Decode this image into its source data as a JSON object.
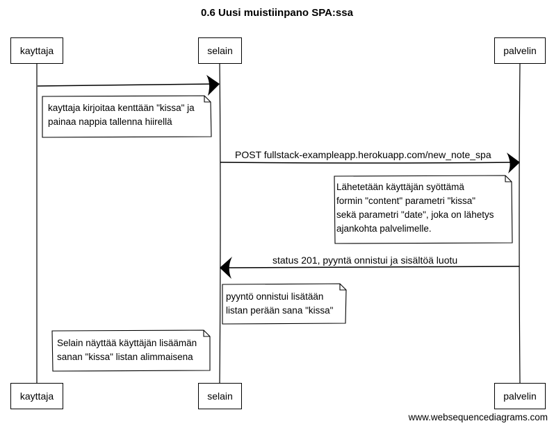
{
  "diagram": {
    "title": "0.6 Uusi muistiinpano SPA:ssa",
    "participants": [
      "kayttaja",
      "selain",
      "palvelin"
    ],
    "messages": [
      {
        "from": "kayttaja",
        "to": "selain",
        "label": ""
      },
      {
        "from": "selain",
        "to": "palvelin",
        "label": "POST fullstack-exampleapp.herokuapp.com/new_note_spa"
      },
      {
        "from": "palvelin",
        "to": "selain",
        "label": "status 201, pyyntä onnistui ja sisältöä luotu"
      }
    ],
    "notes": [
      {
        "lines": [
          "kayttaja kirjoitaa kenttään \"kissa\" ja",
          "painaa nappia tallenna hiirellä"
        ]
      },
      {
        "lines": [
          "Lähetetään käyttäjän syöttämä",
          "formin \"content\" parametri \"kissa\"",
          "sekä parametri \"date\", joka on lähetys",
          "ajankohta palvelimelle."
        ]
      },
      {
        "lines": [
          "pyyntö onnistui lisätään",
          "listan perään sana \"kissa\""
        ]
      },
      {
        "lines": [
          "Selain näyttää käyttäjän lisäämän",
          "sanan \"kissa\" listan alimmaisena"
        ]
      }
    ],
    "watermark": "www.websequencediagrams.com"
  }
}
